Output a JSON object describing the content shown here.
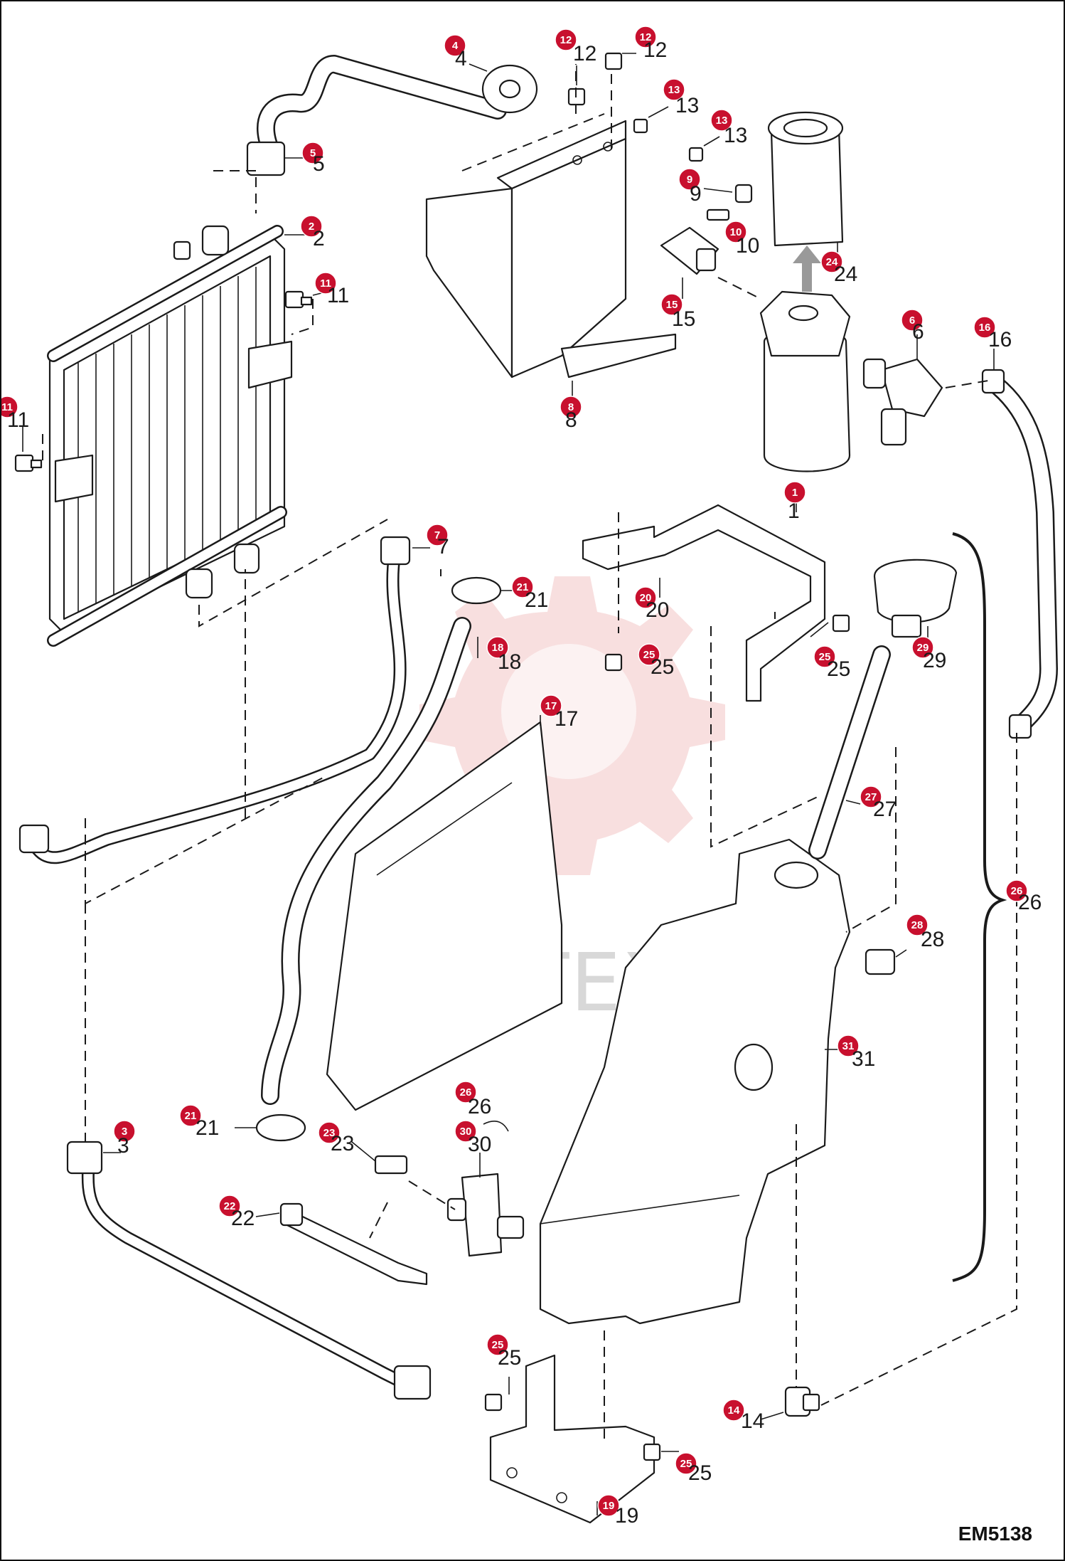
{
  "figure_code": "EM5138",
  "watermark": "ИНТЕХ",
  "colors": {
    "badge": "#c8102e",
    "line": "#1a1a1a",
    "watermark": "#f3c4c4"
  },
  "callouts": [
    {
      "id": "c1",
      "badge": "1",
      "label": "1"
    },
    {
      "id": "c2",
      "badge": "2",
      "label": "2"
    },
    {
      "id": "c3",
      "badge": "3",
      "label": "3"
    },
    {
      "id": "c4",
      "badge": "4",
      "label": "4"
    },
    {
      "id": "c5",
      "badge": "5",
      "label": "5"
    },
    {
      "id": "c6",
      "badge": "6",
      "label": "6"
    },
    {
      "id": "c7",
      "badge": "7",
      "label": "7"
    },
    {
      "id": "c8",
      "badge": "8",
      "label": "8"
    },
    {
      "id": "c9",
      "badge": "9",
      "label": "9"
    },
    {
      "id": "c10",
      "badge": "10",
      "label": "10"
    },
    {
      "id": "c11a",
      "badge": "11",
      "label": "11"
    },
    {
      "id": "c11b",
      "badge": "11",
      "label": "11"
    },
    {
      "id": "c12a",
      "badge": "12",
      "label": "12"
    },
    {
      "id": "c12b",
      "badge": "12",
      "label": "12"
    },
    {
      "id": "c13a",
      "badge": "13",
      "label": "13"
    },
    {
      "id": "c13b",
      "badge": "13",
      "label": "13"
    },
    {
      "id": "c14",
      "badge": "14",
      "label": "14"
    },
    {
      "id": "c15",
      "badge": "15",
      "label": "15"
    },
    {
      "id": "c16",
      "badge": "16",
      "label": "16"
    },
    {
      "id": "c17",
      "badge": "17",
      "label": "17"
    },
    {
      "id": "c18",
      "badge": "18",
      "label": "18"
    },
    {
      "id": "c19",
      "badge": "19",
      "label": "19"
    },
    {
      "id": "c20",
      "badge": "20",
      "label": "20"
    },
    {
      "id": "c21a",
      "badge": "21",
      "label": "21"
    },
    {
      "id": "c21b",
      "badge": "21",
      "label": "21"
    },
    {
      "id": "c22",
      "badge": "22",
      "label": "22"
    },
    {
      "id": "c23",
      "badge": "23",
      "label": "23"
    },
    {
      "id": "c24",
      "badge": "24",
      "label": "24"
    },
    {
      "id": "c25a",
      "badge": "25",
      "label": "25"
    },
    {
      "id": "c25b",
      "badge": "25",
      "label": "25"
    },
    {
      "id": "c25c",
      "badge": "25",
      "label": "25"
    },
    {
      "id": "c25d",
      "badge": "25",
      "label": "25"
    },
    {
      "id": "c26a",
      "badge": "26",
      "label": "26"
    },
    {
      "id": "c26b",
      "badge": "26",
      "label": "26"
    },
    {
      "id": "c27",
      "badge": "27",
      "label": "27"
    },
    {
      "id": "c28",
      "badge": "28",
      "label": "28"
    },
    {
      "id": "c29",
      "badge": "29",
      "label": "29"
    },
    {
      "id": "c30",
      "badge": "30",
      "label": "30"
    },
    {
      "id": "c31",
      "badge": "31",
      "label": "31"
    }
  ]
}
